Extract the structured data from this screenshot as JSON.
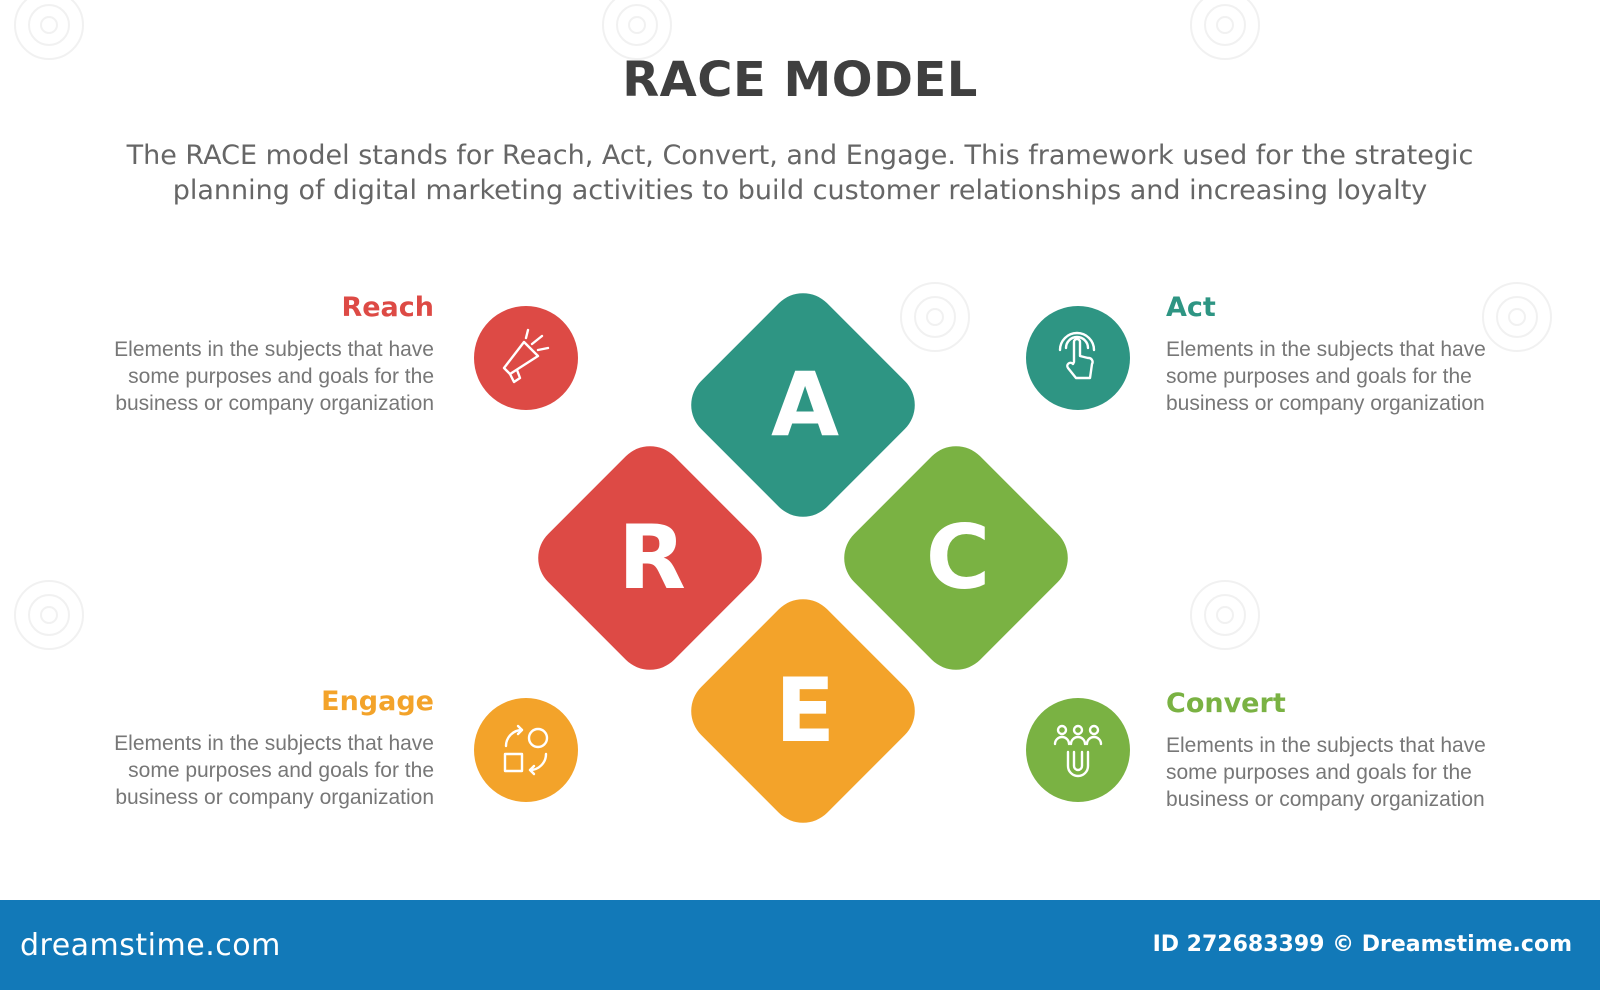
{
  "title": "RACE MODEL",
  "subtitle_line1": "The RACE model stands for Reach, Act, Convert, and Engage. This framework used for the strategic",
  "subtitle_line2": "planning of digital marketing activities to build customer relationships and increasing loyalty",
  "letters": {
    "a": "A",
    "r": "R",
    "c": "C",
    "e": "E"
  },
  "colors": {
    "reach": "#dd4a45",
    "act": "#2e9583",
    "convert": "#7ab243",
    "engage": "#f3a32a"
  },
  "items": {
    "reach": {
      "heading": "Reach",
      "icon": "megaphone-icon",
      "desc": [
        "Elements in the subjects that have",
        "some purposes and goals for the",
        "business or company organization"
      ]
    },
    "act": {
      "heading": "Act",
      "icon": "touch-hand-icon",
      "desc": [
        "Elements in the subjects that have",
        "some purposes and goals for the",
        "business or company organization"
      ]
    },
    "engage": {
      "heading": "Engage",
      "icon": "cycle-shapes-icon",
      "desc": [
        "Elements in the subjects that have",
        "some purposes and goals for the",
        "business or company organization"
      ]
    },
    "convert": {
      "heading": "Convert",
      "icon": "people-magnet-icon",
      "desc": [
        "Elements in the subjects that have",
        "some purposes and goals for the",
        "business or company organization"
      ]
    }
  },
  "footer": {
    "logo": "dreamstime.com",
    "id_text": "ID 272683399 © Dreamstime.com"
  }
}
